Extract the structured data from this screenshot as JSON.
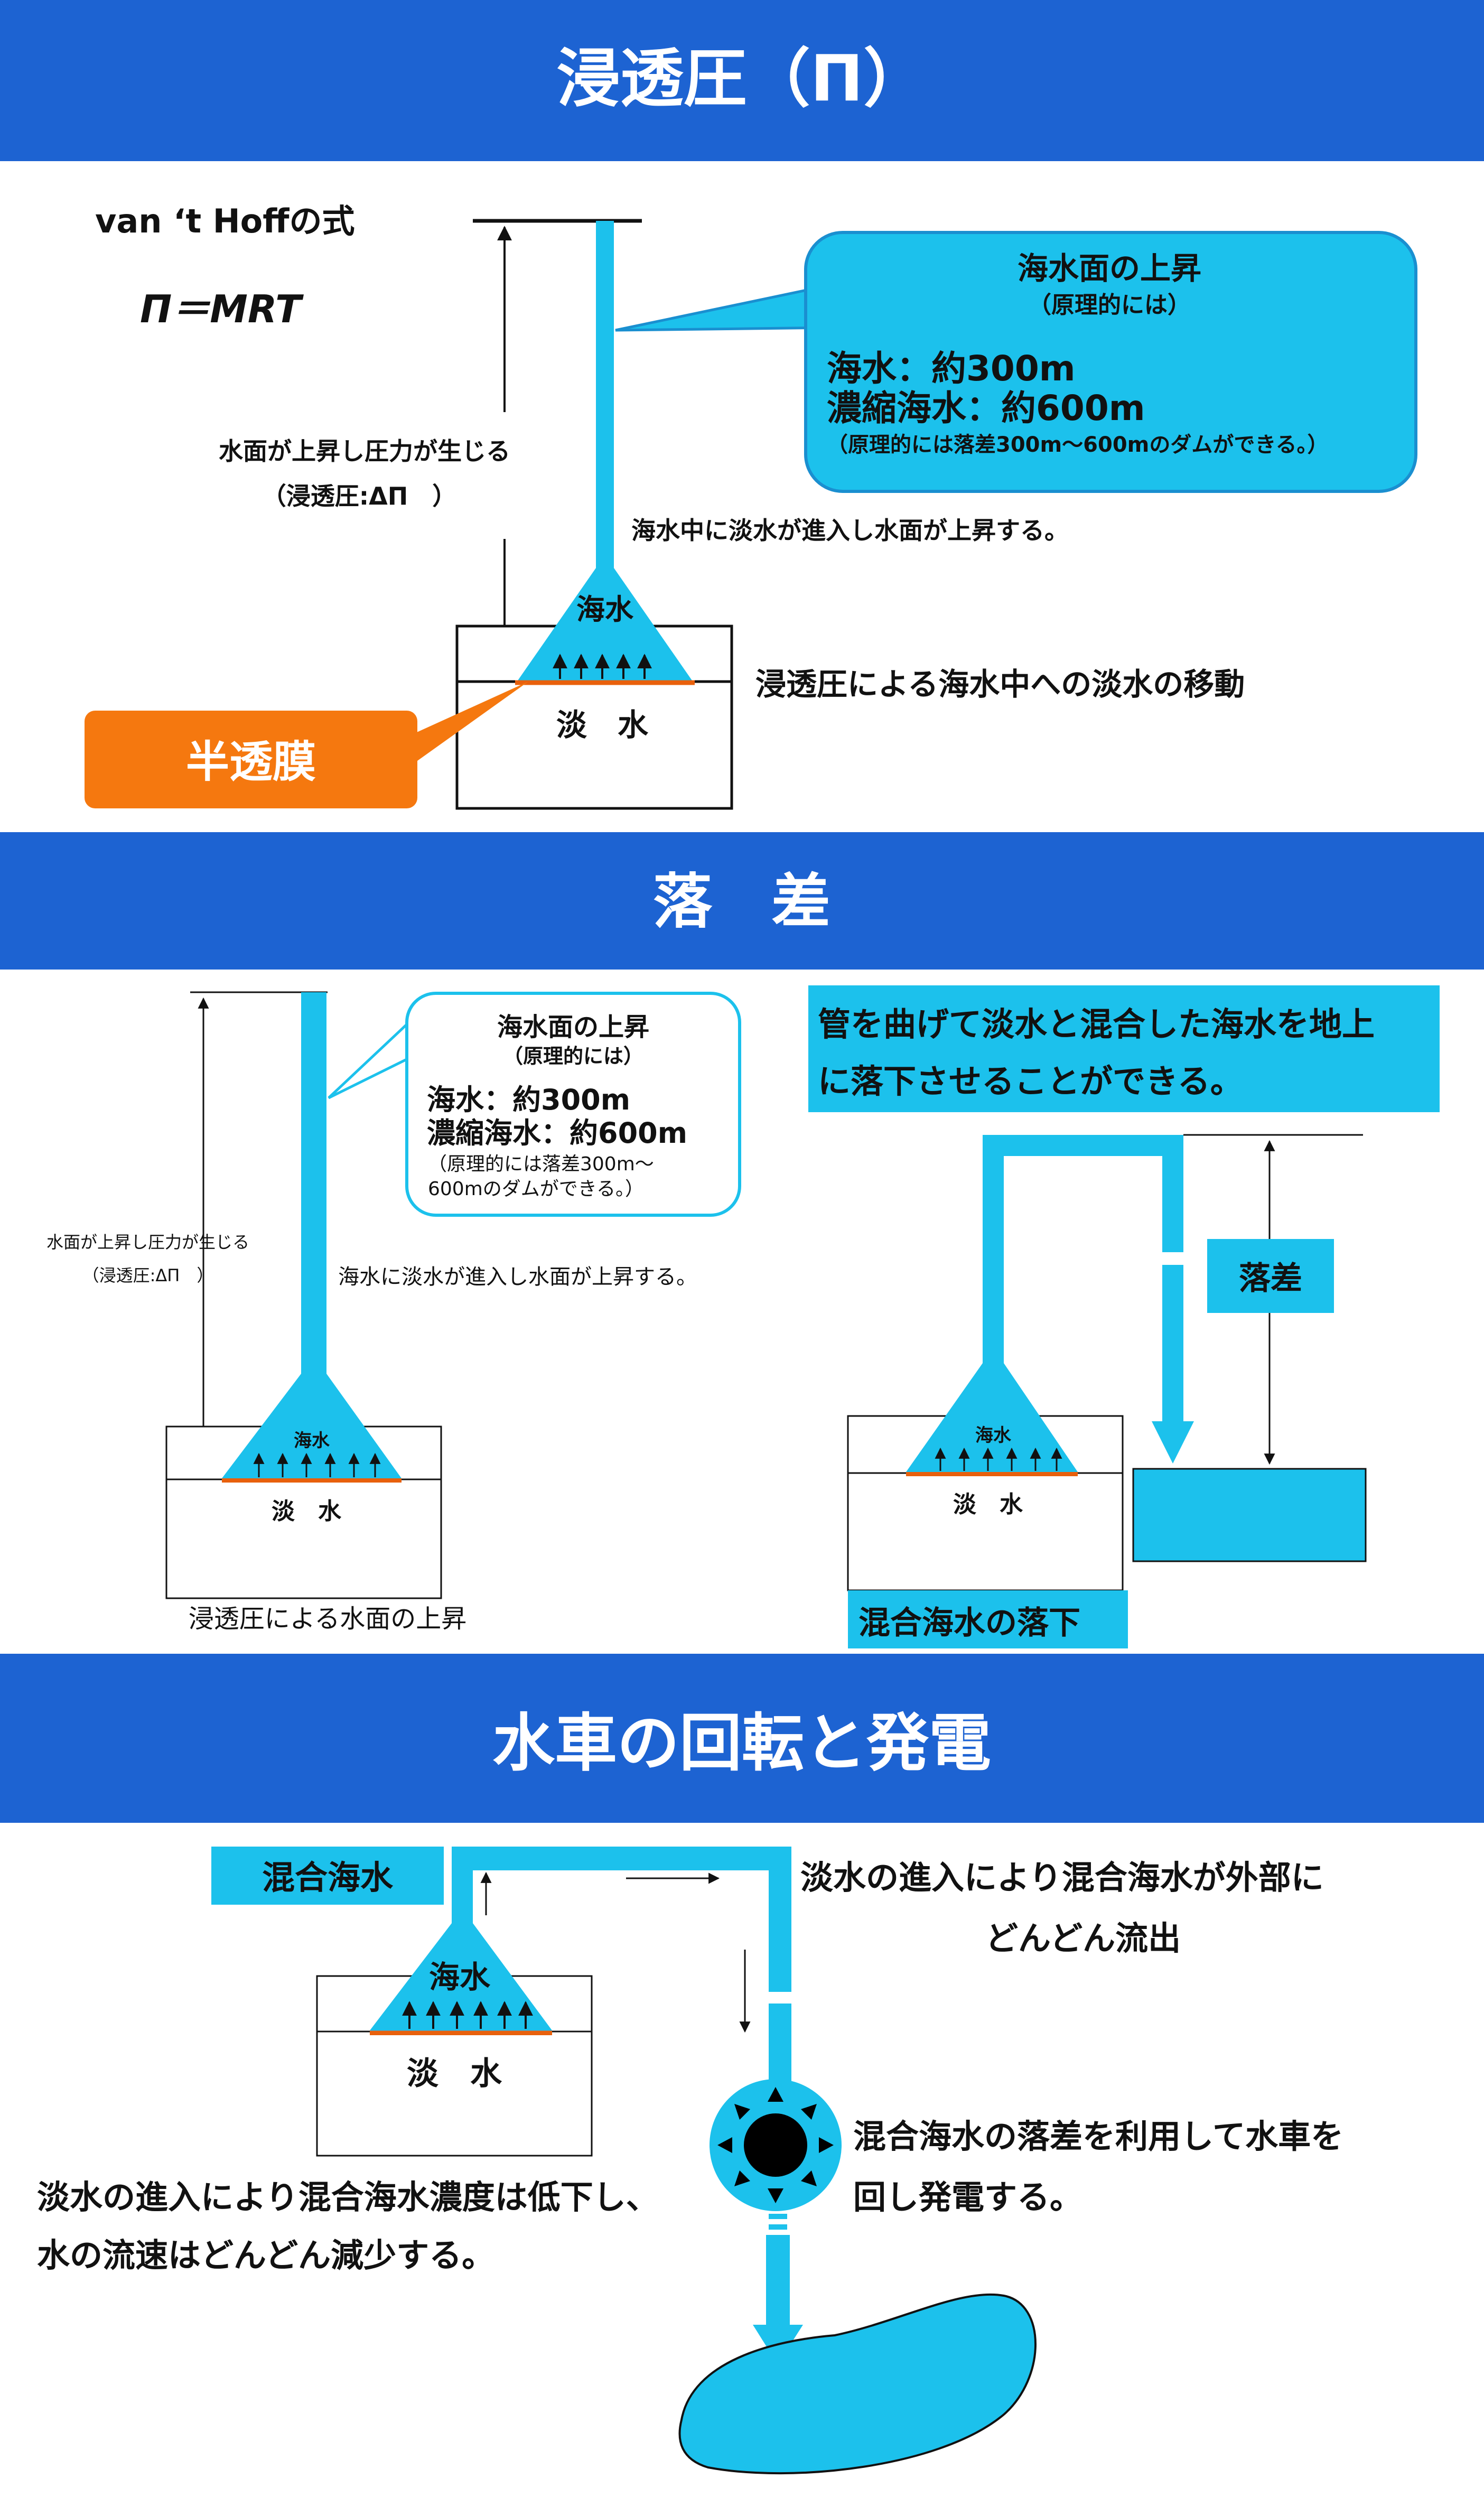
{
  "colors": {
    "banner": "#1d63d2",
    "water": "#1cc1ec",
    "membrane_box": "#f5780f",
    "membrane_line": "#e8600c",
    "ink": "#111111"
  },
  "section1": {
    "title": "浸透圧（Π）",
    "formula_name": "van ‘t Hoffの式",
    "formula": "Π＝MRT",
    "pressure_label_1": "水面が上昇し圧力が生じる",
    "pressure_label_2": "（浸透圧:ΔΠ　）",
    "callout_title": "海水面の上昇",
    "callout_sub": "（原理的には）",
    "callout_line1": "海水：約300m",
    "callout_line2": "濃縮海水：約600m",
    "callout_note": "（原理的には落差300m～600mのダムができる。）",
    "rise_text": "海水中に淡水が進入し水面が上昇する。",
    "seawater": "海水",
    "freshwater": "淡　水",
    "movement_text": "浸透圧による海水中への淡水の移動",
    "membrane": "半透膜"
  },
  "section2": {
    "title": "落　差",
    "callout_title": "海水面の上昇",
    "callout_sub": "（原理的には）",
    "callout_line1": "海水：約300m",
    "callout_line2": "濃縮海水：約600m",
    "callout_note1": "（原理的には落差300m～",
    "callout_note2": "600mのダムができる。）",
    "pressure_label_1": "水面が上昇し圧力が生じる",
    "pressure_label_2": "（浸透圧:ΔΠ　）",
    "rise_text": "海水に淡水が進入し水面が上昇する。",
    "seawater": "海水",
    "freshwater": "淡　水",
    "left_caption": "浸透圧による水面の上昇",
    "right_box_line1": "管を曲げて淡水と混合した海水を地上",
    "right_box_line2": "に落下させることができる。",
    "drop_label": "落差",
    "seawater_r": "海水",
    "freshwater_r": "淡　水",
    "right_caption": "混合海水の落下"
  },
  "section3": {
    "title": "水車の回転と発電",
    "mixed_label": "混合海水",
    "seawater": "海水",
    "freshwater": "淡　水",
    "outflow_1": "淡水の進入により混合海水が外部に",
    "outflow_2": "どんどん流出",
    "wheel_1": "混合海水の落差を利用して水車を",
    "wheel_2": "回し発電する。",
    "decline_1": "淡水の進入により混合海水濃度は低下し、",
    "decline_2": "水の流速はどんどん減少する。"
  }
}
